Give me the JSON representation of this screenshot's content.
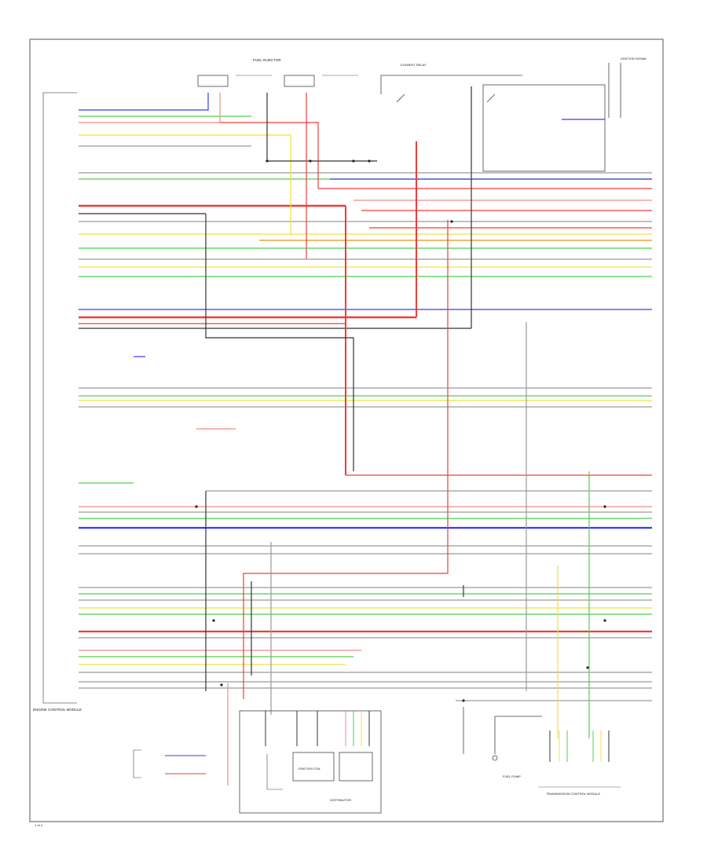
{
  "diagram": {
    "top_title": "FUEL INJECTOR",
    "top_center_box": "ELEMENT RELAY",
    "top_right_box": "IGNITION SIGNAL",
    "ecm_label": "ENGINE CONTROL MODULE",
    "distributor_label": "DISTRIBUTOR",
    "ignition_coil_label": "IGNITION COIL",
    "tcm_label": "TRANSMISSION CONTROL MODULE",
    "fuel_pump_label": "FUEL PUMP",
    "page_number": "1 of 4"
  },
  "wire_colors": {
    "blue": "#3a3af0",
    "red": "#f03c3c",
    "green": "#4cd24c",
    "yellow": "#f0e040",
    "orange": "#e6a53c",
    "gray": "#9a9a9a",
    "black": "#333333",
    "pink": "#f28a8a"
  }
}
